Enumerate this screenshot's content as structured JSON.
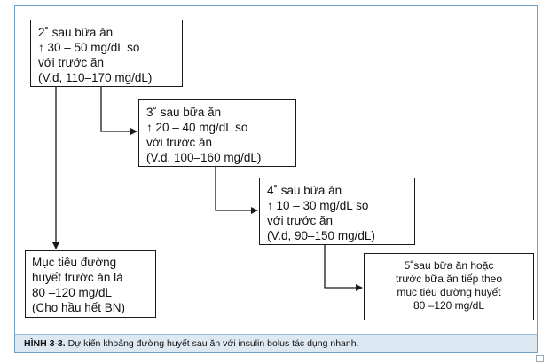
{
  "boxes": {
    "two_hours": {
      "lines": [
        "2˚ sau bữa ăn",
        "↑ 30 – 50 mg/dL so",
        "với trước ăn",
        "(V.d, 110–170 mg/dL)"
      ]
    },
    "three_hours": {
      "lines": [
        "3˚ sau bữa ăn",
        "↑ 20 – 40 mg/dL so",
        "với trước ăn",
        "(V.d, 100–160 mg/dL)"
      ]
    },
    "four_hours": {
      "lines": [
        "4˚ sau bữa ăn",
        "↑ 10 – 30 mg/dL so",
        "với trước ăn",
        "(V.d, 90–150 mg/dL)"
      ]
    },
    "target": {
      "lines": [
        "Mục tiêu đường",
        "huyết trước ăn là",
        "80 –120 mg/dL",
        "(Cho hầu hết BN)"
      ]
    },
    "five_hours": {
      "lines": [
        "5˚sau bữa ăn hoặc",
        "trước bữa ăn tiếp theo",
        "mục tiêu đường huyết",
        "80 –120 mg/dL"
      ]
    }
  },
  "caption": {
    "label": "HÌNH 3-3.",
    "text": " Dự kiến khoảng đường huyết sau ăn với insulin bolus tác dụng nhanh."
  },
  "colors": {
    "frame_border": "#6f9fc3",
    "caption_background": "#dce8f2",
    "line": "#1a1a1a"
  }
}
